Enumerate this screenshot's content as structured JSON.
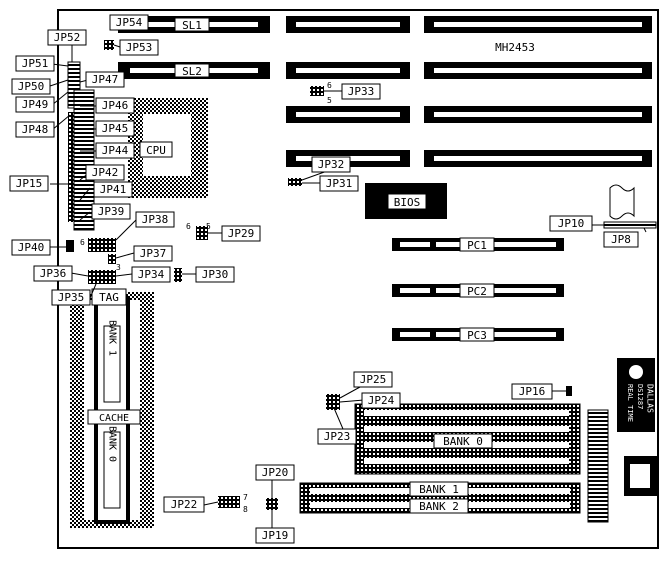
{
  "board_model": "MH2453",
  "chips": {
    "cpu": "CPU",
    "bios": "BIOS",
    "tag": "TAG",
    "cache": "CACHE",
    "bank_1_vertical": "BANK 1",
    "bank_0_vertical": "BANK 0",
    "dallas_line1": "DALLAS",
    "dallas_line2": "DS1287",
    "dallas_line3": "REAL TIME"
  },
  "slots": {
    "sl1": "SL1",
    "sl2": "SL2",
    "pc1": "PC1",
    "pc2": "PC2",
    "pc3": "PC3",
    "bank0": "BANK 0",
    "bank1": "BANK 1",
    "bank2": "BANK 2"
  },
  "jumpers": {
    "jp54": "JP54",
    "jp53": "JP53",
    "jp52": "JP52",
    "jp51": "JP51",
    "jp50": "JP50",
    "jp49": "JP49",
    "jp48": "JP48",
    "jp47": "JP47",
    "jp46": "JP46",
    "jp45": "JP45",
    "jp44": "JP44",
    "jp15": "JP15",
    "jp42": "JP42",
    "jp41": "JP41",
    "jp39": "JP39",
    "jp38": "JP38",
    "jp40": "JP40",
    "jp37": "JP37",
    "jp36": "JP36",
    "jp34": "JP34",
    "jp35": "JP35",
    "jp30": "JP30",
    "jp29": "JP29",
    "jp33": "JP33",
    "jp32": "JP32",
    "jp31": "JP31",
    "jp10": "JP10",
    "jp8": "JP8",
    "jp25": "JP25",
    "jp24": "JP24",
    "jp23": "JP23",
    "jp16": "JP16",
    "jp20": "JP20",
    "jp19": "JP19",
    "jp22": "JP22"
  },
  "pin_numbers": {
    "jp33_a": "6",
    "jp33_b": "5",
    "jp29_a": "6",
    "jp29_b": "5",
    "jp39_pin": "6",
    "jp34_pin": "3",
    "jp22_a": "7",
    "jp22_b": "8"
  }
}
